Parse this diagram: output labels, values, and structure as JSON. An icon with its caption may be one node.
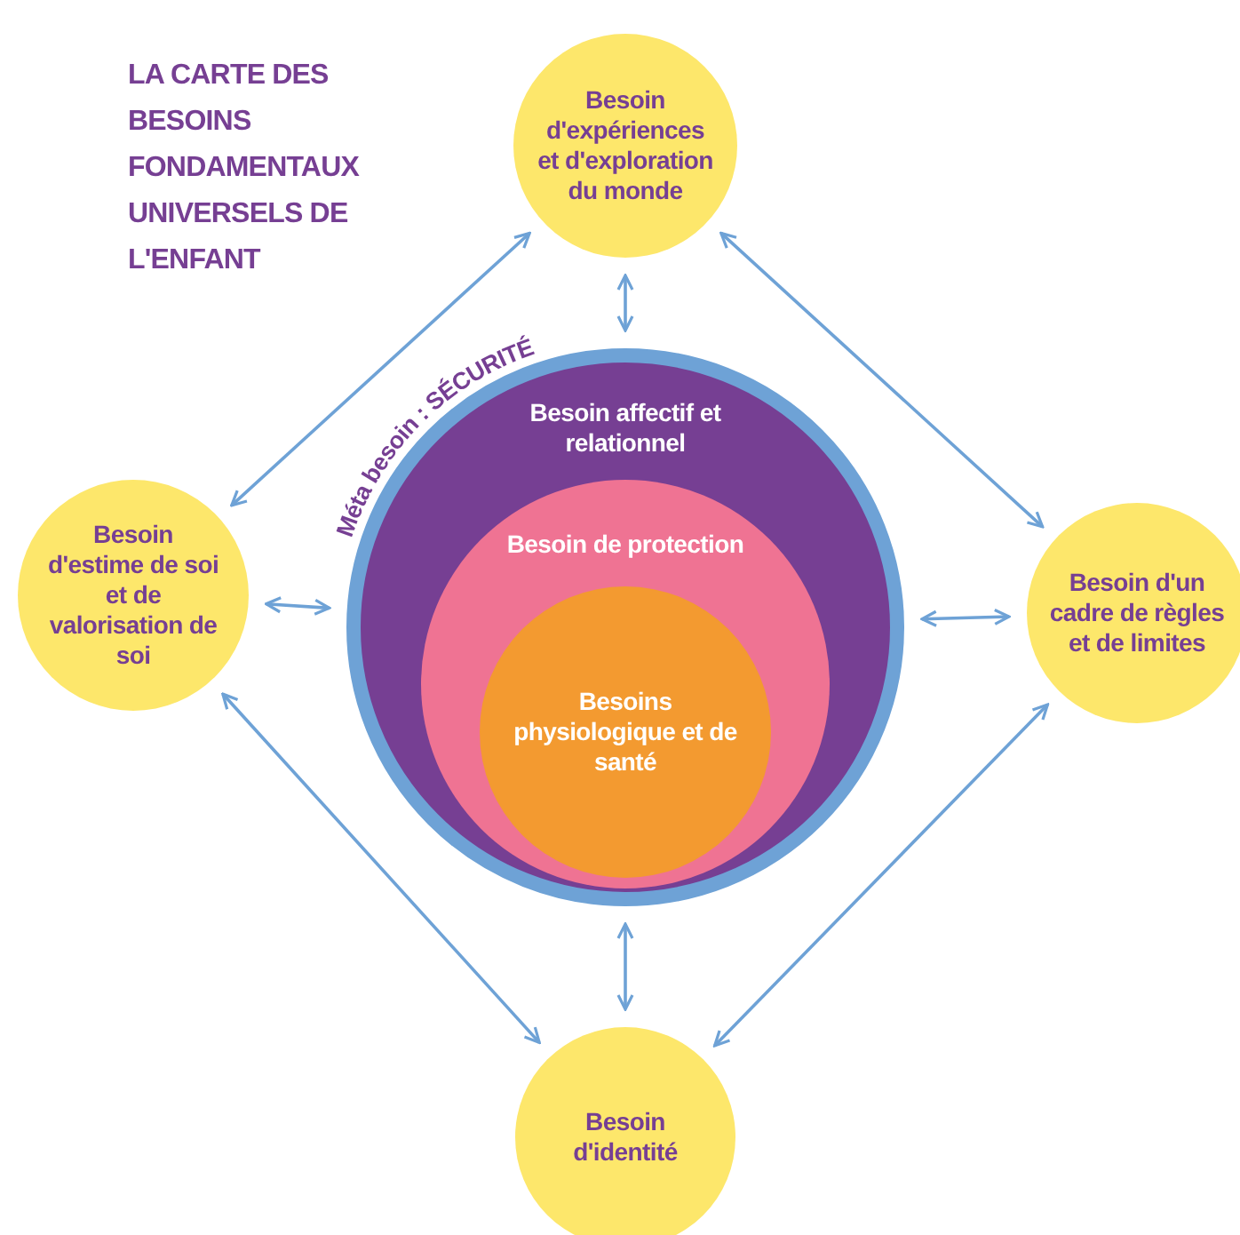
{
  "diagram": {
    "title": "LA CARTE DES BESOINS FONDAMENTAUX UNIVERSELS DE L'ENFANT",
    "nodes": [
      {
        "text": [
          "Besoin d'expériences et d'exploration du monde"
        ]
      },
      {
        "text": [
          "Besoin d'estime de soi et de valorisation de soi"
        ]
      },
      {
        "text": [
          "Besoin d'un cadre de règles et de limites"
        ]
      },
      {
        "text": [
          "Besoin d'identité"
        ]
      },
      {
        "text": [
          "Méta besoin : SÉCURITÉ",
          "Besoin affectif et relationnel"
        ]
      },
      {
        "text": [
          "Besoin de protection"
        ],
        "in": 4
      },
      {
        "text": [
          "Besoins physiologique et de santé"
        ],
        "in": 5
      }
    ],
    "edges": [
      {
        "from": 0,
        "to": 4,
        "arrow": "both"
      },
      {
        "from": 1,
        "to": 4,
        "arrow": "both"
      },
      {
        "from": 4,
        "to": 2,
        "arrow": "both"
      },
      {
        "from": 4,
        "to": 3,
        "arrow": "both"
      },
      {
        "from": 1,
        "to": 0,
        "arrow": "both"
      },
      {
        "from": 0,
        "to": 2,
        "arrow": "both"
      },
      {
        "from": 1,
        "to": 3,
        "arrow": "both"
      },
      {
        "from": 3,
        "to": 2,
        "arrow": "both"
      }
    ]
  }
}
